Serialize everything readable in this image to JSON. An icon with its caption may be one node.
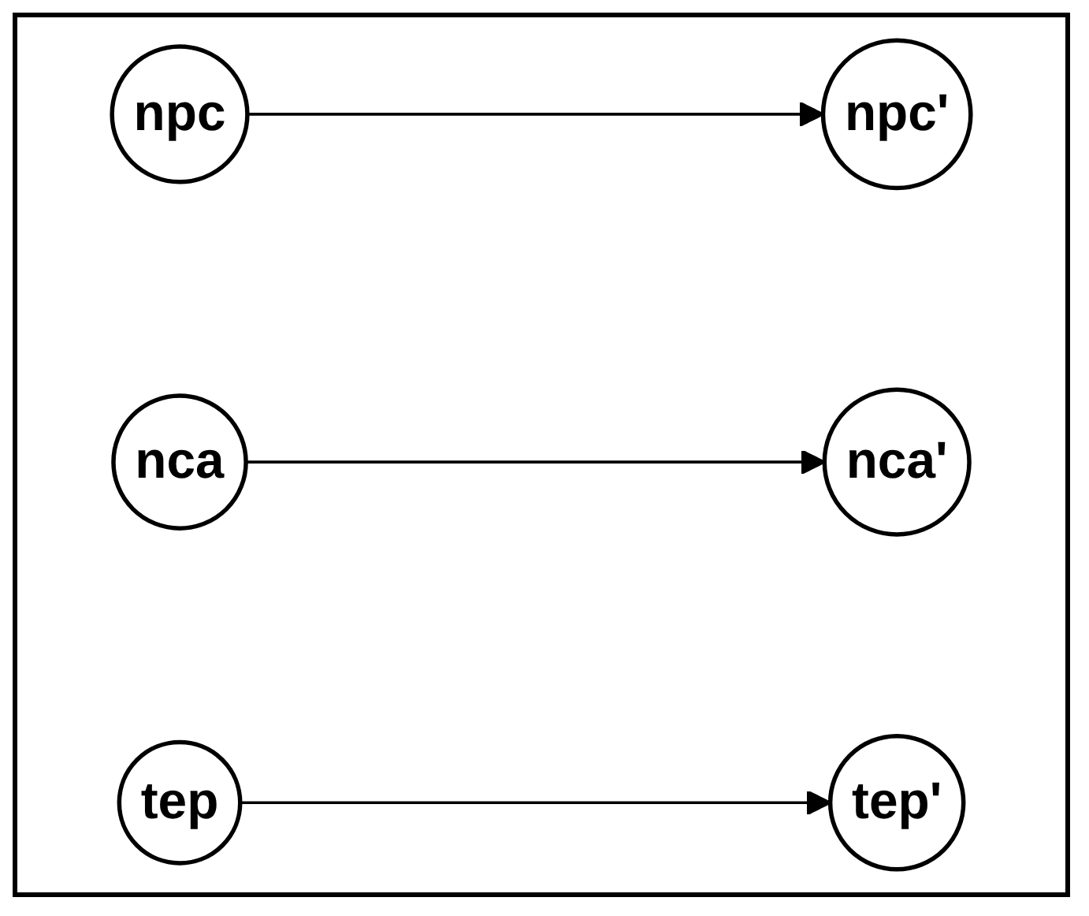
{
  "diagram": {
    "nodes": [
      {
        "text": [
          "npc"
        ]
      },
      {
        "text": [
          "npc'"
        ]
      },
      {
        "text": [
          "nca"
        ]
      },
      {
        "text": [
          "nca'"
        ]
      },
      {
        "text": [
          "tep"
        ]
      },
      {
        "text": [
          "tep'"
        ]
      }
    ],
    "edges": [
      {
        "from": 0,
        "to": 1,
        "arrow": "to"
      },
      {
        "from": 2,
        "to": 3,
        "arrow": "to"
      },
      {
        "from": 4,
        "to": 5,
        "arrow": "to"
      }
    ]
  }
}
